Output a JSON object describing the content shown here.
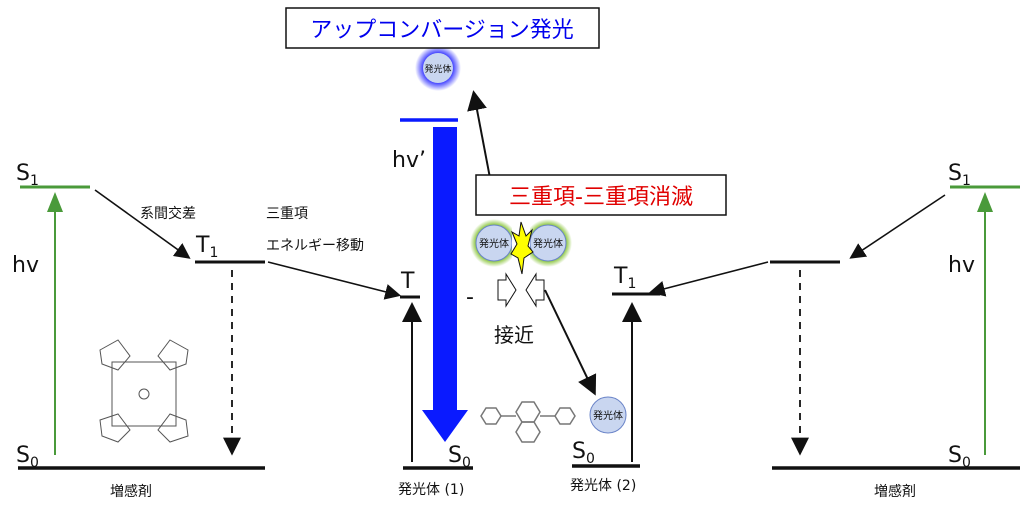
{
  "title": "アップコンバージョン発光",
  "tta_label": "三重項-三重項消滅",
  "approach_label": "接近",
  "isc_label": "系間交差",
  "tet_label_1": "三重項",
  "tet_label_2": "エネルギー移動",
  "emitter_badge": "発光体",
  "emitter1_label": "発光体 (1)",
  "emitter2_label": "発光体 (2)",
  "sensitizer_label": "増感剤",
  "levels": {
    "S1": "S",
    "S1_sub": "1",
    "S0": "S",
    "S0_sub": "0",
    "T1": "T",
    "T1_sub": "1",
    "T": "T"
  },
  "hv": "hv",
  "hv_prime": "hv’",
  "dash": "-",
  "colors": {
    "title": "#0000ee",
    "tta": "#e00000",
    "green": "#4a9a3a",
    "blue": "#0a1aff"
  }
}
